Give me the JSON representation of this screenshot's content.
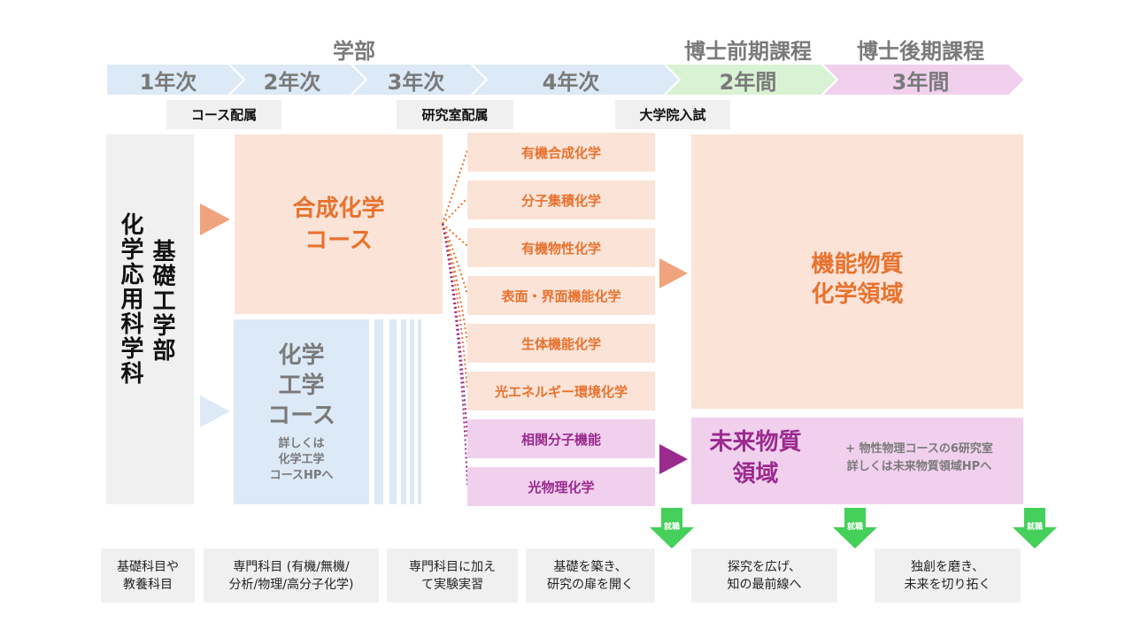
{
  "headers": {
    "undergrad": "学部",
    "masters": "博士前期課程",
    "doctoral": "博士後期課程"
  },
  "timeline": [
    {
      "label": "1年次",
      "color": "#dce9f6"
    },
    {
      "label": "2年次",
      "color": "#dce9f6"
    },
    {
      "label": "3年次",
      "color": "#dce9f6"
    },
    {
      "label": "4年次",
      "color": "#dce9f6"
    },
    {
      "label": "2年間",
      "color": "#d9f2d3"
    },
    {
      "label": "3年間",
      "color": "#f1d0ee"
    }
  ],
  "events": {
    "course_assignment": "コース配属",
    "lab_assignment": "研究室配属",
    "grad_exam": "大学院入試"
  },
  "department": {
    "line1": "基礎工学部",
    "line2": "化学応用科学科"
  },
  "courses": {
    "synthetic": {
      "line1": "合成化学",
      "line2": "コース",
      "color": "#e8722e"
    },
    "chem_eng": {
      "line1": "化学",
      "line2": "工学",
      "line3": "コース",
      "note1": "詳しくは",
      "note2": "化学工学",
      "note3": "コースHPへ",
      "color": "#7a7a7a"
    }
  },
  "labs": [
    {
      "name": "有機合成化学",
      "group": "orange"
    },
    {
      "name": "分子集積化学",
      "group": "orange"
    },
    {
      "name": "有機物性化学",
      "group": "orange"
    },
    {
      "name": "表面・界面機能化学",
      "group": "orange"
    },
    {
      "name": "生体機能化学",
      "group": "orange"
    },
    {
      "name": "光エネルギー環境化学",
      "group": "orange"
    },
    {
      "name": "相関分子機能",
      "group": "purple"
    },
    {
      "name": "光物理化学",
      "group": "purple"
    }
  ],
  "grad_areas": {
    "functional": {
      "line1": "機能物質",
      "line2": "化学領域"
    },
    "future": {
      "line1": "未来物質",
      "line2": "領域",
      "note1": "+ 物性物理コースの6研究室",
      "note2": "詳しくは未来物質領域HPへ"
    }
  },
  "employment_label": "就職",
  "bottom_boxes": [
    {
      "line1": "基礎科目や",
      "line2": "教養科目"
    },
    {
      "line1": "専門科目 (有機/無機/",
      "line2": "分析/物理/高分子化学)"
    },
    {
      "line1": "専門科目に加え",
      "line2": "て実験実習"
    },
    {
      "line1": "基礎を築き、",
      "line2": "研究の扉を開く"
    },
    {
      "line1": "探究を広げ、",
      "line2": "知の最前線へ"
    },
    {
      "line1": "独創を磨き、",
      "line2": "未来を切り拓く"
    }
  ],
  "colors": {
    "orange": "#e8722e",
    "orange_light": "#fce3d7",
    "orange_arrow": "#f0a47e",
    "purple": "#9a2a8e",
    "purple_light": "#f1d0ee",
    "blue_light": "#dce9f6",
    "green": "#44d05a",
    "gray_box": "#f0f0f0"
  }
}
